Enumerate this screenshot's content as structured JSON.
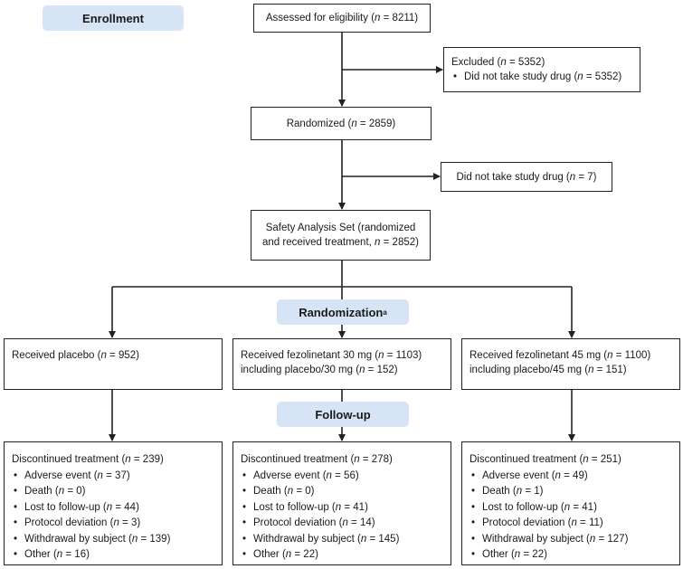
{
  "labels": {
    "enrollment": "Enrollment",
    "randomization": "Randomization",
    "randomization_sup": "a",
    "followup": "Follow-up"
  },
  "assessed": {
    "text": "Assessed for eligibility (",
    "n": "n",
    "value": " = 8211)"
  },
  "excluded": {
    "title": {
      "text": "Excluded (",
      "n": "n",
      "value": " = 5352)"
    },
    "item": {
      "text": "Did not take study drug (",
      "n": "n",
      "value": " = 5352)"
    }
  },
  "randomized": {
    "text": "Randomized (",
    "n": "n",
    "value": " = 2859)"
  },
  "not_taken": {
    "text": "Did not take study drug (",
    "n": "n",
    "value": " = 7)"
  },
  "safety": {
    "line1": "Safety Analysis Set (randomized",
    "line2": "and received treatment, ",
    "n": "n",
    "value": " = 2852)"
  },
  "arms": [
    {
      "line1": "Received placebo (",
      "n1": "n",
      "v1": " = 952)",
      "line2": "",
      "n2": "",
      "v2": ""
    },
    {
      "line1": "Received fezolinetant 30 mg (",
      "n1": "n",
      "v1": " = 1103)",
      "line2": "including placebo/30 mg (",
      "n2": "n",
      "v2": " = 152)"
    },
    {
      "line1": "Received fezolinetant 45 mg (",
      "n1": "n",
      "v1": " = 1100)",
      "line2": "including placebo/45 mg (",
      "n2": "n",
      "v2": " = 151)"
    }
  ],
  "followups": [
    {
      "title": {
        "text": "Discontinued treatment (",
        "n": "n",
        "value": " = 239)"
      },
      "items": [
        {
          "text": "Adverse event (",
          "n": "n",
          "value": " = 37)"
        },
        {
          "text": "Death (",
          "n": "n",
          "value": " = 0)"
        },
        {
          "text": "Lost to follow-up (",
          "n": "n",
          "value": " = 44)"
        },
        {
          "text": "Protocol deviation (",
          "n": "n",
          "value": " = 3)"
        },
        {
          "text": "Withdrawal by subject (",
          "n": "n",
          "value": " = 139)"
        },
        {
          "text": "Other (",
          "n": "n",
          "value": " = 16)"
        }
      ]
    },
    {
      "title": {
        "text": "Discontinued treatment (",
        "n": "n",
        "value": " = 278)"
      },
      "items": [
        {
          "text": "Adverse event (",
          "n": "n",
          "value": " = 56)"
        },
        {
          "text": "Death (",
          "n": "n",
          "value": " = 0)"
        },
        {
          "text": "Lost to follow-up (",
          "n": "n",
          "value": " = 41)"
        },
        {
          "text": "Protocol deviation (",
          "n": "n",
          "value": " = 14)"
        },
        {
          "text": "Withdrawal by subject (",
          "n": "n",
          "value": " = 145)"
        },
        {
          "text": "Other (",
          "n": "n",
          "value": " = 22)"
        }
      ]
    },
    {
      "title": {
        "text": "Discontinued treatment (",
        "n": "n",
        "value": " = 251)"
      },
      "items": [
        {
          "text": "Adverse event (",
          "n": "n",
          "value": " = 49)"
        },
        {
          "text": "Death (",
          "n": "n",
          "value": " = 1)"
        },
        {
          "text": "Lost to follow-up (",
          "n": "n",
          "value": " = 41)"
        },
        {
          "text": "Protocol deviation (",
          "n": "n",
          "value": " = 11)"
        },
        {
          "text": "Withdrawal by subject (",
          "n": "n",
          "value": " = 127)"
        },
        {
          "text": "Other (",
          "n": "n",
          "value": " = 22)"
        }
      ]
    }
  ]
}
